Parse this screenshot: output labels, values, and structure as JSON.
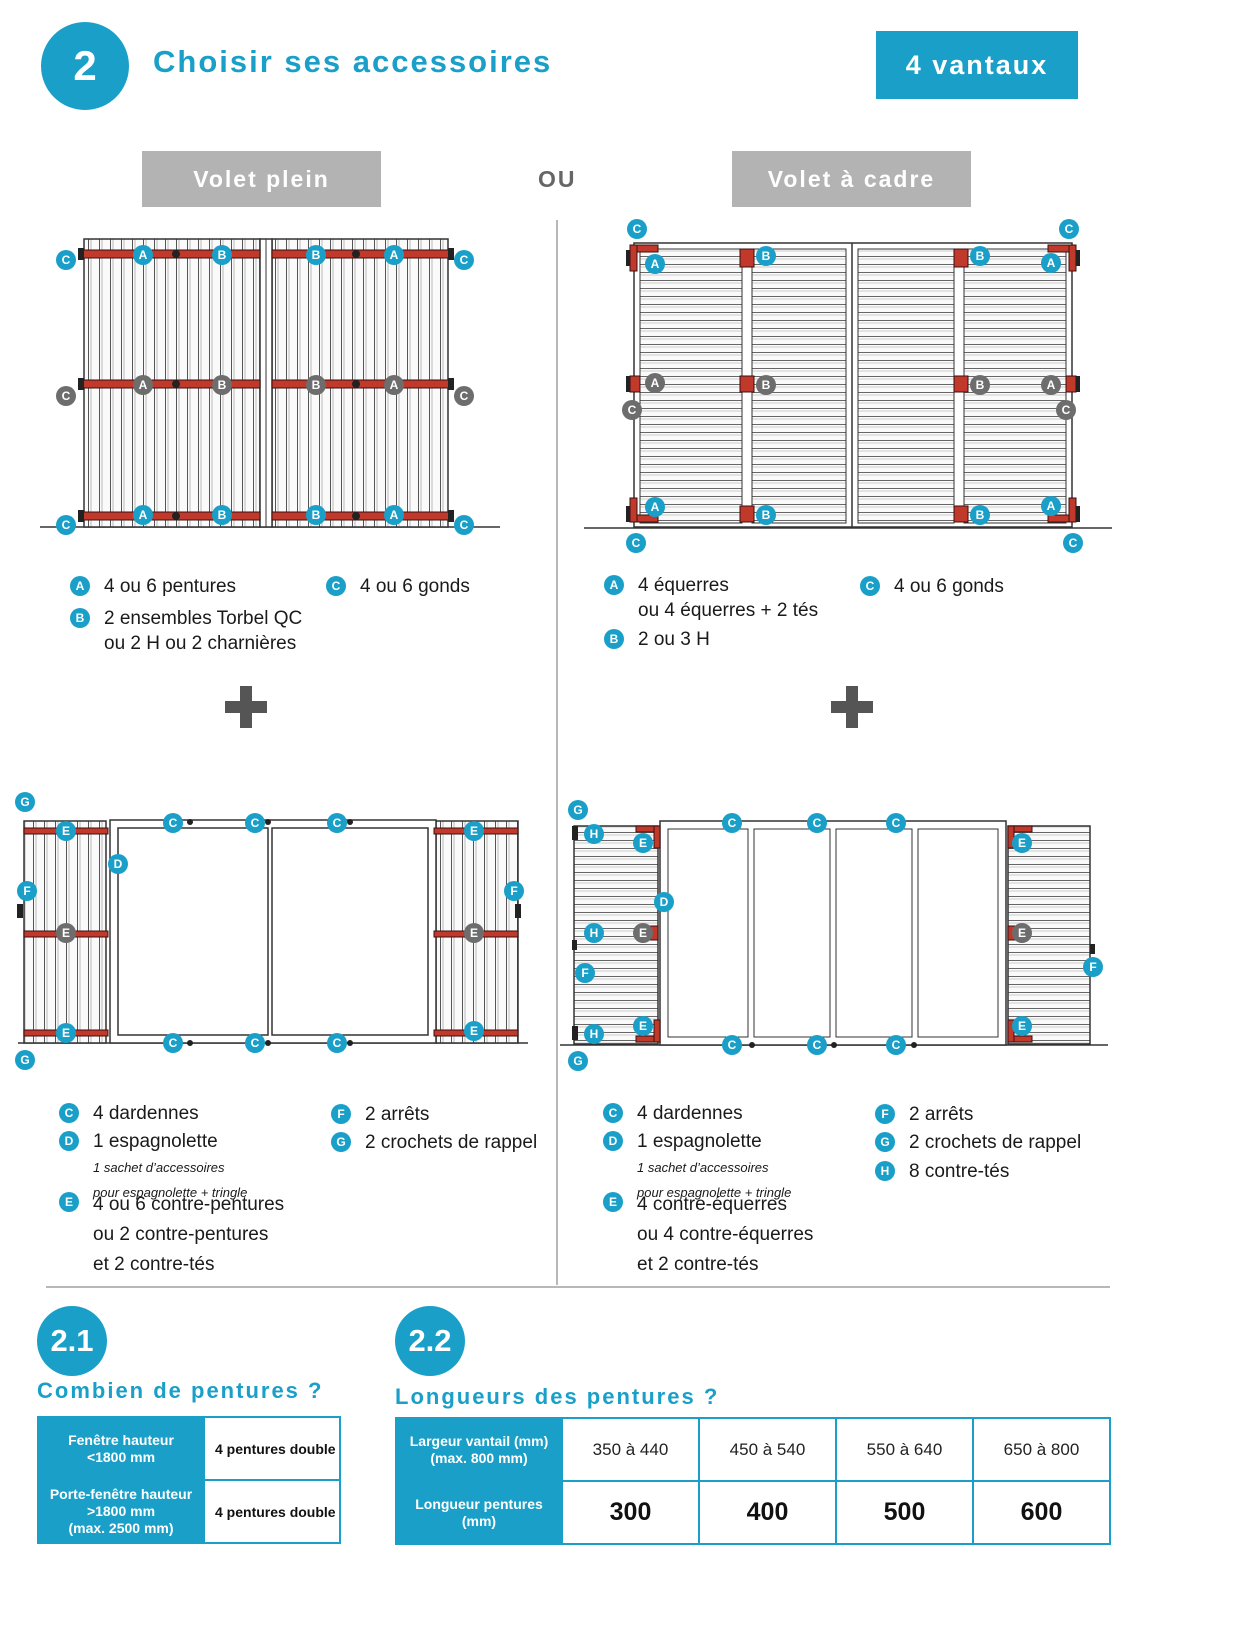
{
  "header": {
    "step_number": "2",
    "title": "Choisir ses accessoires",
    "tag": "4 vantaux"
  },
  "sections": {
    "left_label": "Volet plein",
    "or_label": "OU",
    "right_label": "Volet à cadre"
  },
  "markers": {
    "A": "A",
    "B": "B",
    "C": "C",
    "D": "D",
    "E": "E",
    "F": "F",
    "G": "G",
    "H": "H"
  },
  "plus_sign": "+",
  "legend_plein_top": {
    "a": "4 ou 6 pentures",
    "b_line1": "2 ensembles Torbel QC",
    "b_line2": "ou 2 H ou 2 charnières",
    "c": "4 ou 6 gonds"
  },
  "legend_cadre_top": {
    "a_line1": "4 équerres",
    "a_line2": "ou 4 équerres + 2 tés",
    "b": "2 ou 3 H",
    "c": "4 ou 6 gonds"
  },
  "legend_plein_bottom": {
    "c": "4 dardennes",
    "d": "1 espagnolette",
    "d_note1": "1 sachet d’accessoires",
    "d_note2": "pour espagnolette + tringle",
    "e": "4 ou 6 contre-pentures",
    "e_line2": "ou 2 contre-pentures",
    "e_line3": "et 2 contre-tés",
    "f": "2 arrêts",
    "g": "2 crochets de rappel"
  },
  "legend_cadre_bottom": {
    "c": "4 dardennes",
    "d": "1 espagnolette",
    "d_note1": "1 sachet d’accessoires",
    "d_note2": "pour espagnolette + tringle",
    "e": "4 contre-équerres",
    "e_line2": "ou 4 contre-équerres",
    "e_line3": "et 2 contre-tés",
    "f": "2 arrêts",
    "g": "2 crochets de rappel",
    "h": "8 contre-tés"
  },
  "section_2_1": {
    "number": "2.1",
    "title": "Combien de pentures ?",
    "rows": [
      {
        "label": "Fenêtre hauteur <1800 mm",
        "label_l1": "Fenêtre hauteur",
        "label_l2": "<1800 mm",
        "value": "4 pentures double"
      },
      {
        "label": "Porte-fenêtre hauteur >1800 mm (max. 2500 mm)",
        "label_l1": "Porte-fenêtre hauteur",
        "label_l2": ">1800 mm",
        "label_l3": "(max. 2500 mm)",
        "value": "4 pentures double"
      }
    ]
  },
  "section_2_2": {
    "number": "2.2",
    "title": "Longueurs des pentures ?",
    "row1_header_l1": "Largeur vantail (mm)",
    "row1_header_l2": "(max. 800 mm)",
    "row2_header_l1": "Longueur pentures",
    "row2_header_l2": "(mm)",
    "widths": [
      "350 à 440",
      "450 à 540",
      "550 à 640",
      "650 à 800"
    ],
    "lengths": [
      "300",
      "400",
      "500",
      "600"
    ]
  },
  "colors": {
    "accent": "#1aa0c8",
    "gray_label": "#b3b3b3",
    "hardware_red": "#c0392b",
    "marker_gray": "#6d6d6d"
  }
}
